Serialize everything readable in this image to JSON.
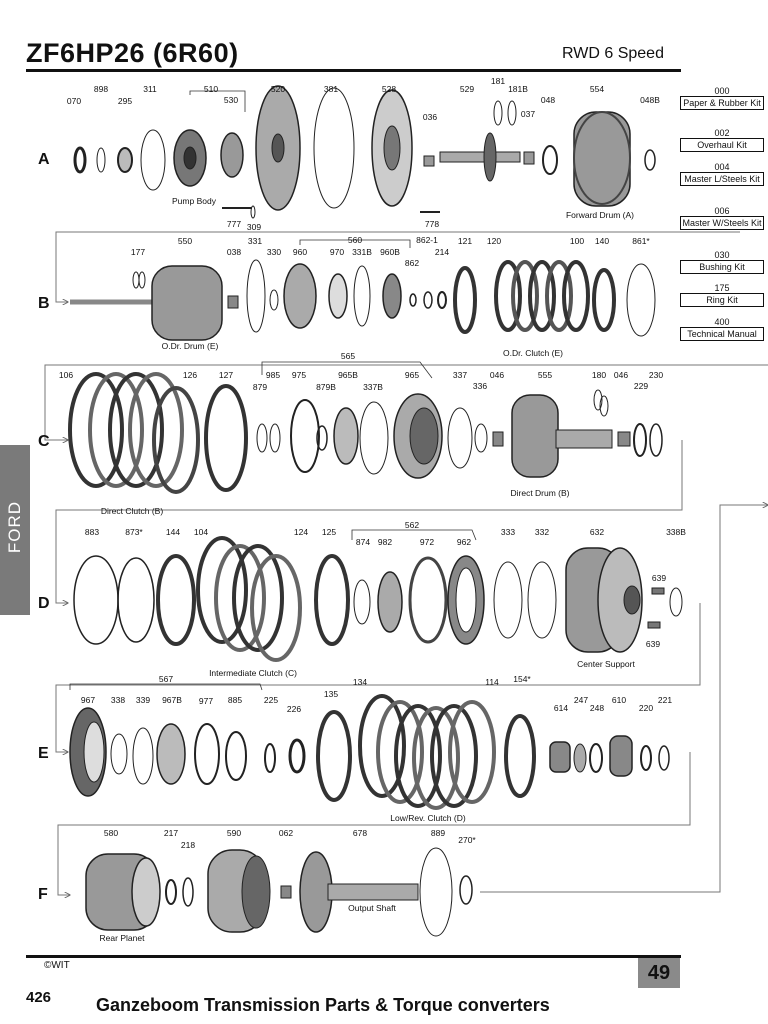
{
  "header": {
    "title": "ZF6HP26 (6R60)",
    "subtitle": "RWD 6 Speed"
  },
  "kits": [
    {
      "code": "000",
      "name": "Paper & Rubber Kit"
    },
    {
      "code": "002",
      "name": "Overhaul Kit"
    },
    {
      "code": "004",
      "name": "Master L/Steels Kit"
    },
    {
      "code": "006",
      "name": "Master W/Steels Kit"
    },
    {
      "code": "030",
      "name": "Bushing Kit"
    },
    {
      "code": "175",
      "name": "Ring Kit"
    },
    {
      "code": "400",
      "name": "Technical Manual"
    }
  ],
  "rows": [
    "A",
    "B",
    "C",
    "D",
    "E",
    "F"
  ],
  "part_labels": {
    "A": [
      "070",
      "898",
      "295",
      "311",
      "510",
      "530",
      "520",
      "381",
      "528",
      "036",
      "529",
      "181",
      "181B",
      "037",
      "048",
      "554",
      "048B",
      "777",
      "309",
      "778"
    ],
    "B": [
      "177",
      "550",
      "038",
      "331",
      "330",
      "960",
      "560",
      "970",
      "331B",
      "960B",
      "862-1",
      "862",
      "214",
      "121",
      "120",
      "100",
      "140",
      "861*"
    ],
    "C": [
      "106",
      "126",
      "127",
      "879",
      "985",
      "975",
      "565",
      "965B",
      "879B",
      "337B",
      "965",
      "337",
      "336",
      "046",
      "555",
      "180",
      "046",
      "230",
      "229"
    ],
    "D": [
      "883",
      "873*",
      "144",
      "104",
      "124",
      "125",
      "562",
      "874",
      "982",
      "972",
      "962",
      "333",
      "332",
      "632",
      "338B",
      "639",
      "639"
    ],
    "E": [
      "567",
      "967",
      "338",
      "339",
      "967B",
      "977",
      "885",
      "225",
      "226",
      "135",
      "134",
      "114",
      "154*",
      "614",
      "247",
      "248",
      "610",
      "220",
      "221"
    ],
    "F": [
      "580",
      "217",
      "218",
      "590",
      "062",
      "678",
      "889",
      "270*"
    ]
  },
  "captions": {
    "pump_body": "Pump Body",
    "forward_drum": "Forward Drum (A)",
    "odr_drum": "O.Dr. Drum (E)",
    "odr_clutch": "O.Dr. Clutch (E)",
    "direct_clutch": "Direct Clutch (B)",
    "direct_drum": "Direct Drum (B)",
    "intermediate_clutch": "Intermediate Clutch (C)",
    "center_support": "Center Support",
    "low_rev_clutch": "Low/Rev. Clutch (D)",
    "rear_planet": "Rear Planet",
    "output_shaft": "Output Shaft"
  },
  "side_tab": "FORD",
  "footer": {
    "copyright": "©WIT",
    "page_number": "49",
    "catalog_number": "426",
    "company": "Ganzeboom Transmission Parts & Torque converters"
  }
}
